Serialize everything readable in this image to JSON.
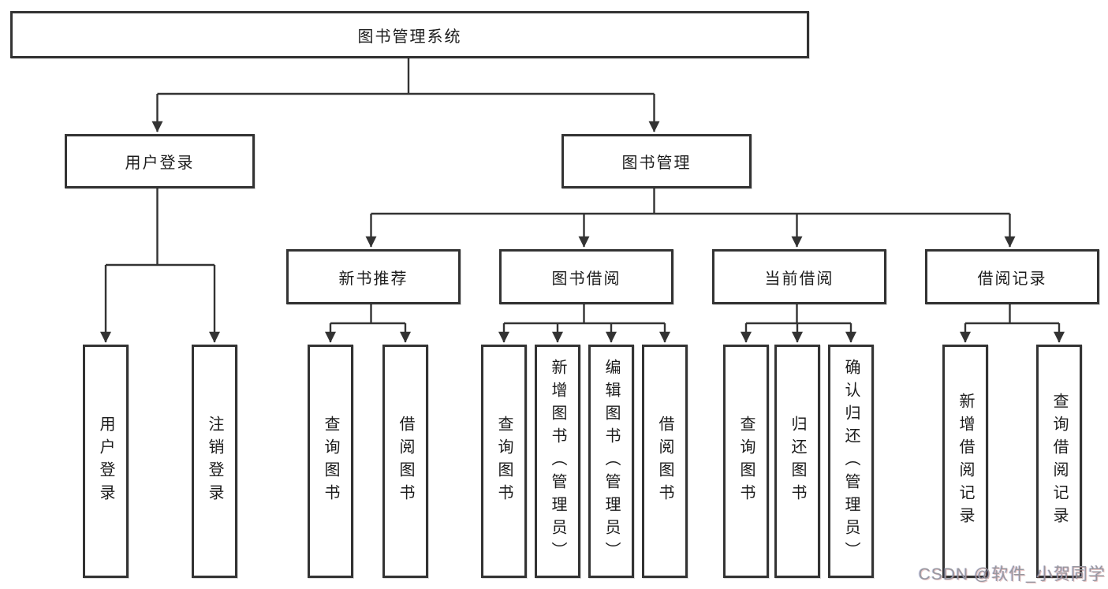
{
  "tree": {
    "root": {
      "label": "图书管理系统"
    },
    "branches": [
      {
        "label": "用户登录",
        "children": [
          {
            "label": "用户登录"
          },
          {
            "label": "注销登录"
          }
        ]
      },
      {
        "label": "图书管理",
        "children": [
          {
            "label": "新书推荐",
            "children": [
              {
                "label": "查询图书"
              },
              {
                "label": "借阅图书"
              }
            ]
          },
          {
            "label": "图书借阅",
            "children": [
              {
                "label": "查询图书"
              },
              {
                "label": "新增图书（管理员）"
              },
              {
                "label": "编辑图书（管理员）"
              },
              {
                "label": "借阅图书"
              }
            ]
          },
          {
            "label": "当前借阅",
            "children": [
              {
                "label": "查询图书"
              },
              {
                "label": "归还图书"
              },
              {
                "label": "确认归还（管理员）"
              }
            ]
          },
          {
            "label": "借阅记录",
            "children": [
              {
                "label": "新增借阅记录"
              },
              {
                "label": "查询借阅记录"
              }
            ]
          }
        ]
      }
    ]
  },
  "watermark": {
    "text": "CSDN @软件_小贺同学"
  },
  "colors": {
    "line": "#333333",
    "box_border": "#333333",
    "text": "#1c1c1c",
    "background": "#ffffff",
    "watermark": "#97979f"
  }
}
